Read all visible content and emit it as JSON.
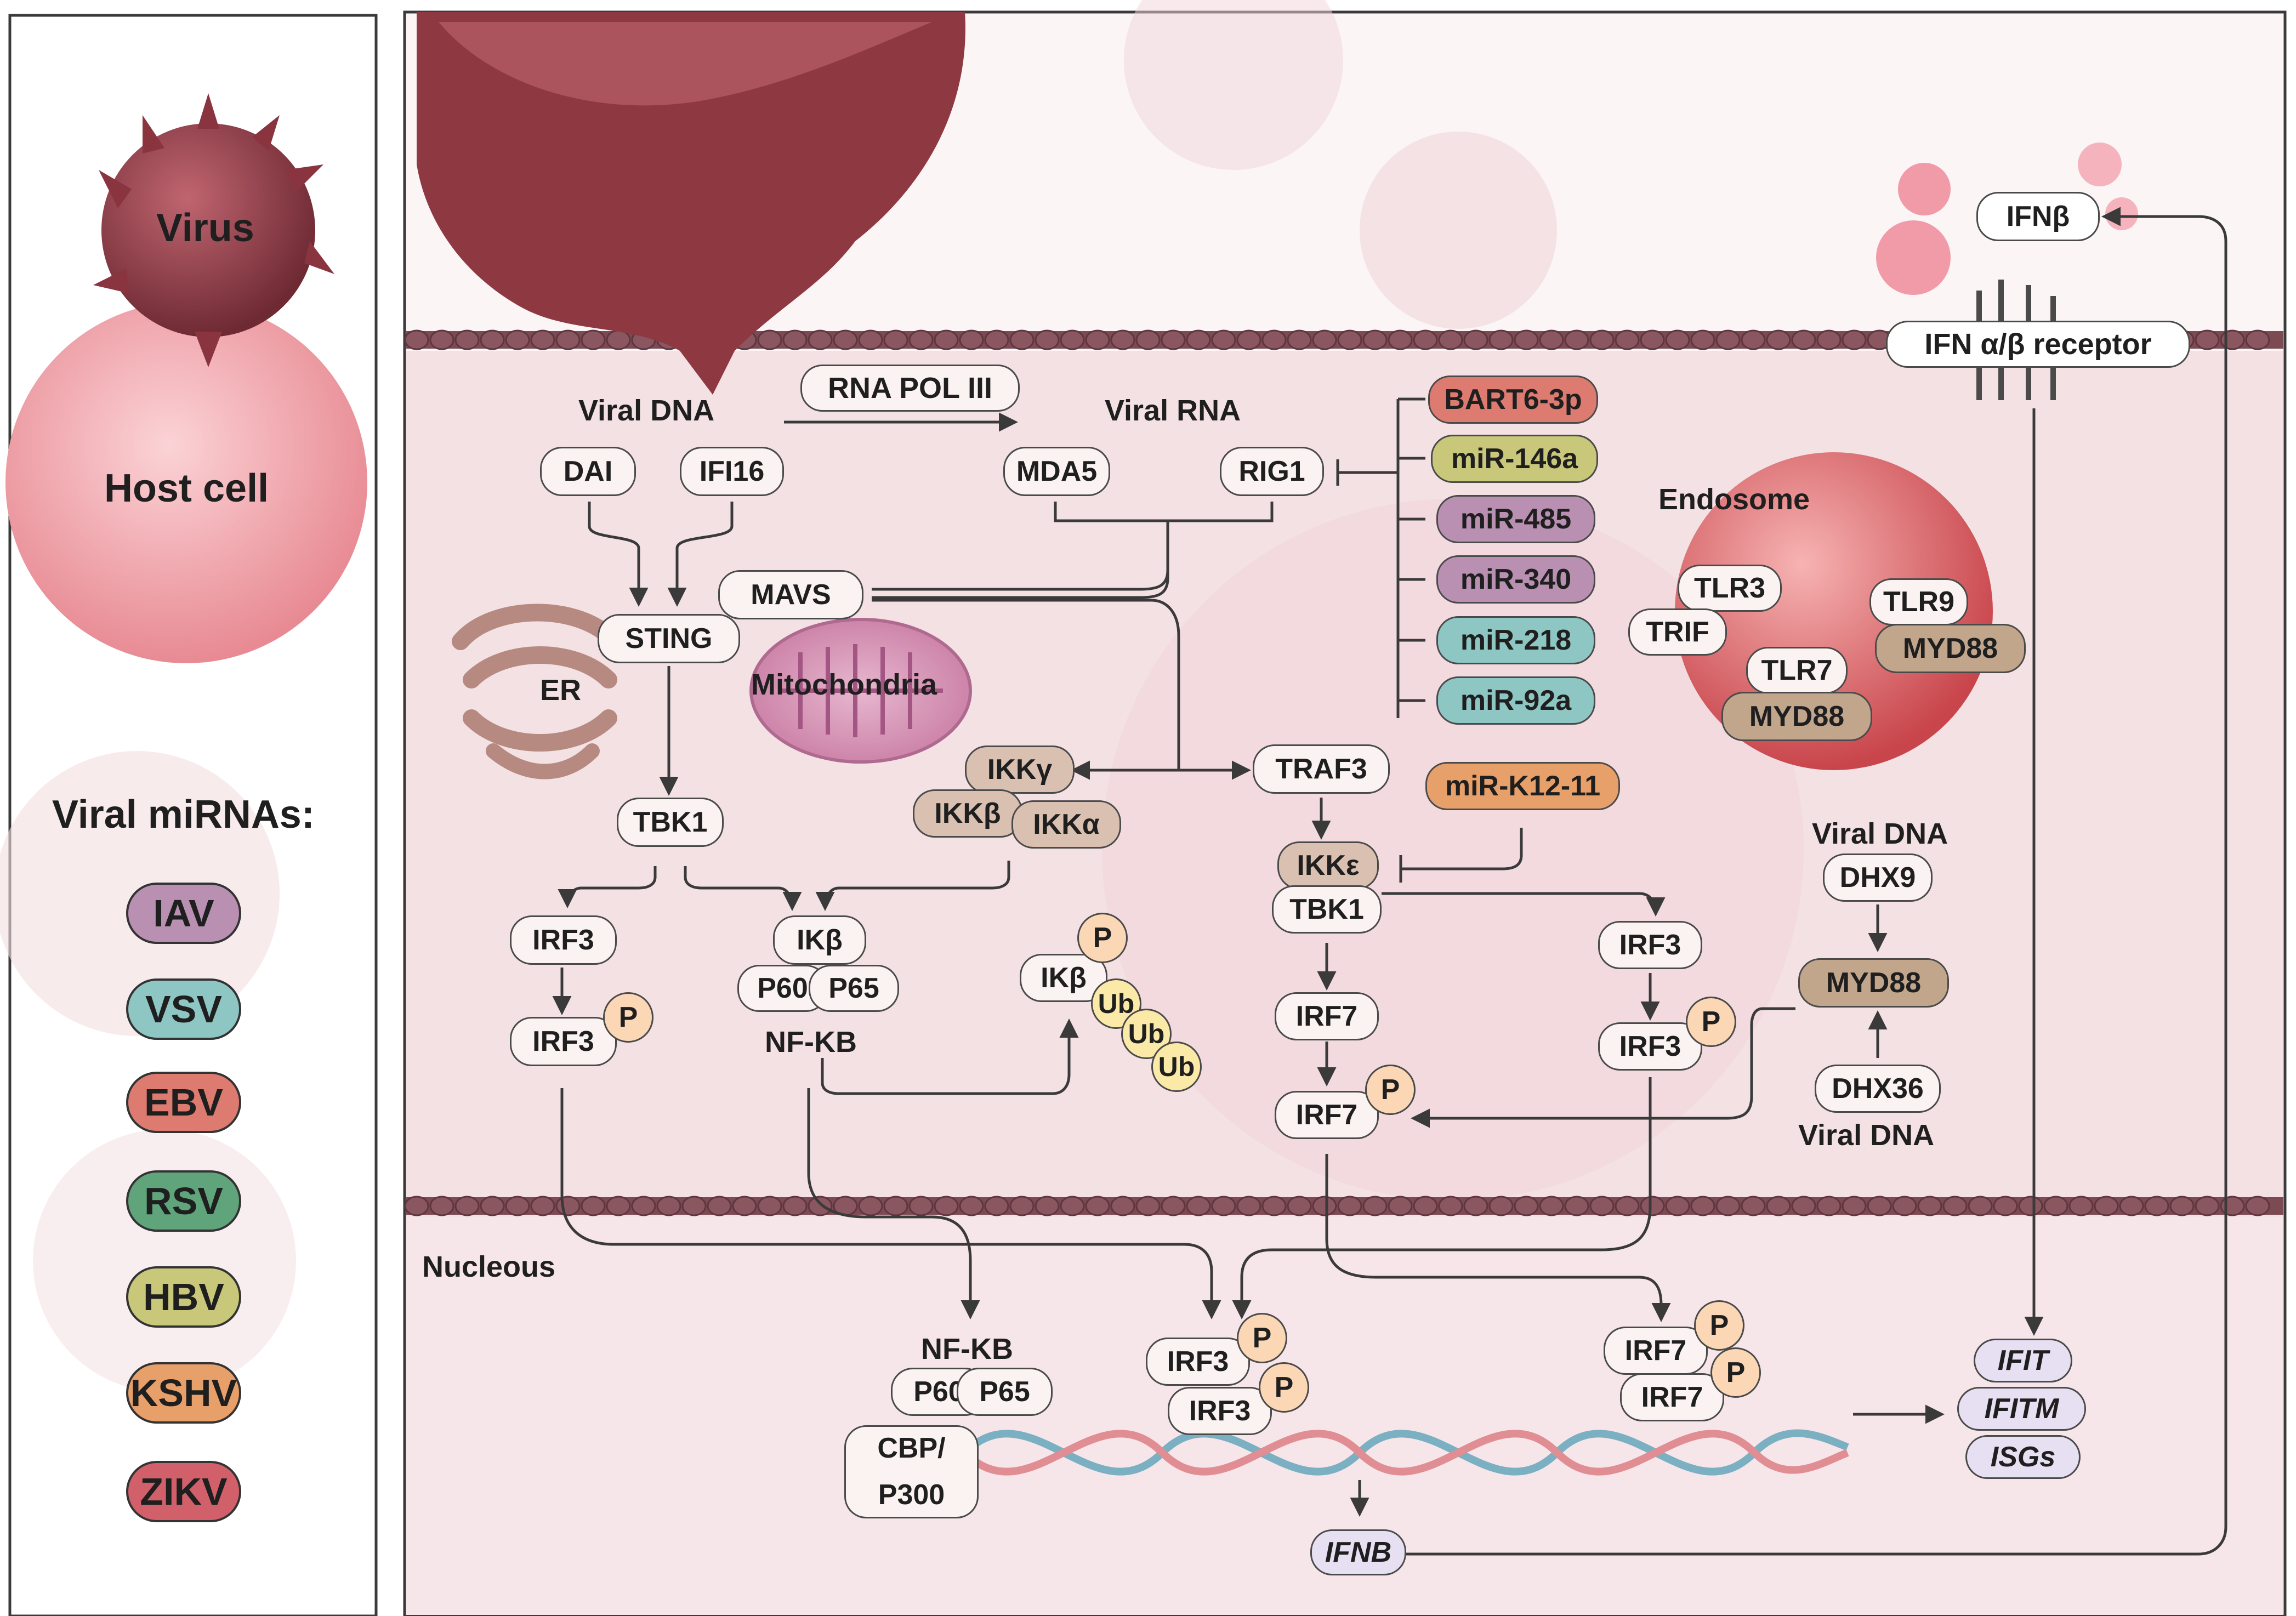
{
  "legend": {
    "virus": "Virus",
    "host_cell": "Host cell",
    "miRNA_title": "Viral miRNAs:",
    "items": [
      {
        "label": "IAV",
        "color": "#b98fb2"
      },
      {
        "label": "VSV",
        "color": "#8ec6c4"
      },
      {
        "label": "EBV",
        "color": "#dd7b70"
      },
      {
        "label": "RSV",
        "color": "#5fa47a"
      },
      {
        "label": "HBV",
        "color": "#c8c77a"
      },
      {
        "label": "KSHV",
        "color": "#e8a06a"
      },
      {
        "label": "ZIKV",
        "color": "#d2606a"
      }
    ]
  },
  "colors": {
    "membrane": "#7c4a52",
    "cell_bg": "#f4e1e4",
    "nucleus_bg": "#f7e6e9",
    "node_fill": "#fbf3f1",
    "kinase_fill": "#d9c0b0",
    "myd88_fill": "#c2a68c",
    "p_fill": "#fbd7b5",
    "gene_fill": "#e7dff2"
  },
  "labels": {
    "viral_dna": "Viral DNA",
    "rna_pol_iii": "RNA POL III",
    "viral_rna": "Viral RNA",
    "er": "ER",
    "mitochondria": "Mitochondria",
    "endosome": "Endosome",
    "nucleus": "Nucleous",
    "nfkb_cyto": "NF-KB",
    "nfkb_nuc": "NF-KB",
    "viral_dna_2": "Viral DNA",
    "viral_dna_3": "Viral DNA",
    "ifn_receptor": "IFN α/β receptor"
  },
  "nodes": {
    "dai": "DAI",
    "ifi16": "IFI16",
    "mda5": "MDA5",
    "rig1": "RIG1",
    "mavs": "MAVS",
    "sting": "STING",
    "tbk1": "TBK1",
    "ikk_gamma": "IKKγ",
    "ikk_beta": "IKKβ",
    "ikk_alpha": "IKKα",
    "traf3": "TRAF3",
    "ikk_epsilon": "IKKε",
    "tbk1_2": "TBK1",
    "irf3_a": "IRF3",
    "irf3_b": "IRF3",
    "ikb": "IKβ",
    "p60": "P60",
    "p65": "P65",
    "ikb_ub": "IKβ",
    "irf7_a": "IRF7",
    "irf7_b": "IRF7",
    "irf3_c": "IRF3",
    "irf3_d": "IRF3",
    "dhx9": "DHX9",
    "myd88_mid": "MYD88",
    "dhx36": "DHX36",
    "tlr3": "TLR3",
    "trif": "TRIF",
    "tlr9": "TLR9",
    "myd88_e1": "MYD88",
    "tlr7": "TLR7",
    "myd88_e2": "MYD88",
    "ifnb_top": "IFNβ",
    "p60_nuc": "P60",
    "p65_nuc": "P65",
    "cbp_p300_1": "CBP/",
    "cbp_p300_2": "P300",
    "irf3_n1": "IRF3",
    "irf3_n2": "IRF3",
    "irf7_n1": "IRF7",
    "irf7_n2": "IRF7",
    "ifit": "IFIT",
    "ifitm": "IFITM",
    "isgs": "ISGs",
    "ifnb_gene": "IFNB",
    "phospho": "P",
    "ubiquitin": "Ub"
  },
  "mirnas": [
    {
      "label": "BART6-3p",
      "color": "#dd7b70"
    },
    {
      "label": "miR-146a",
      "color": "#c8c77a"
    },
    {
      "label": "miR-485",
      "color": "#b98fb2"
    },
    {
      "label": "miR-340",
      "color": "#b98fb2"
    },
    {
      "label": "miR-218",
      "color": "#8ec6c4"
    },
    {
      "label": "miR-92a",
      "color": "#8ec6c4"
    },
    {
      "label": "miR-K12-11",
      "color": "#e8a06a"
    }
  ]
}
